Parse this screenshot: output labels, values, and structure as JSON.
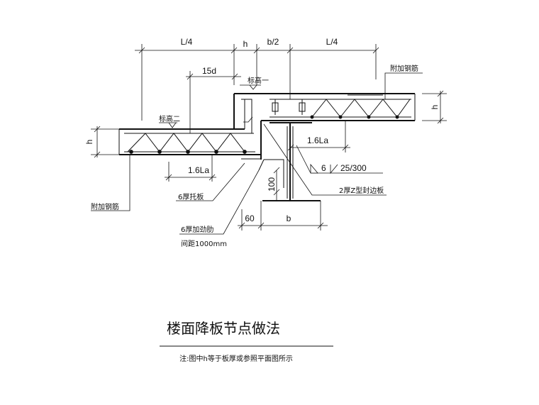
{
  "title": "楼面降板节点做法",
  "note": "注:图中h等于板厚或参照平面图所示",
  "dimensions": {
    "left_quarter": "L/4",
    "h_top": "h",
    "half_b": "b/2",
    "right_quarter": "L/4",
    "fifteen_d": "15d",
    "left_h": "h",
    "right_h": "h",
    "anchor_right": "1.6La",
    "anchor_left": "1.6La",
    "h100": "100",
    "width_60": "60",
    "width_b": "b"
  },
  "labels": {
    "elev_one": "标高一",
    "elev_two": "标高二",
    "extra_rebar_top": "附加钢筋",
    "extra_rebar_left": "附加钢筋",
    "support_plate": "6厚托板",
    "stiffener": "6厚加劲肋",
    "spacing": "间距1000mm",
    "edge_plate": "2厚Z型封边板",
    "weld_size": "6",
    "weld_spec": "25/300"
  }
}
